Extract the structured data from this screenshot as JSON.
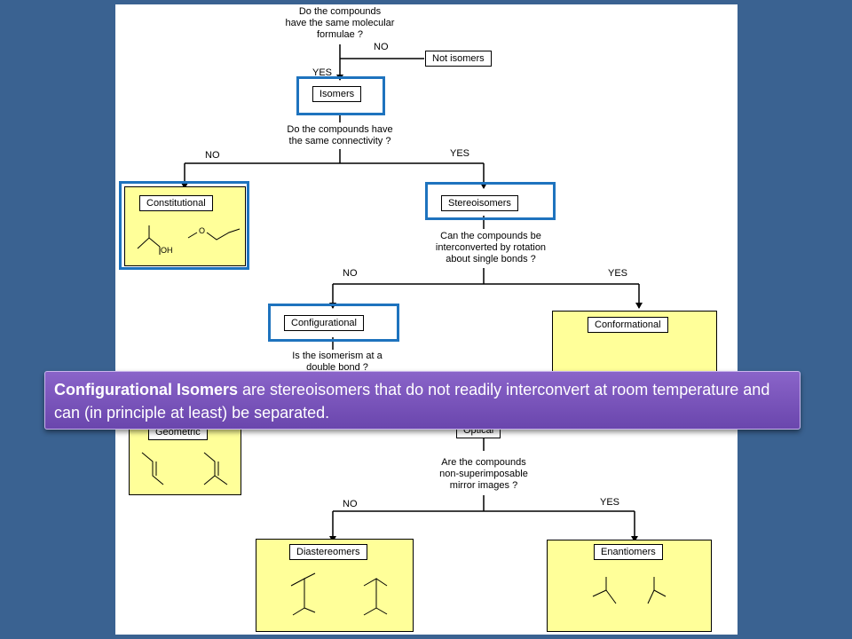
{
  "flowchart": {
    "q1": [
      "Do the compounds",
      "have the same molecular",
      "formulae ?"
    ],
    "q1_no": "NO",
    "q1_yes": "YES",
    "not_isomers": "Not isomers",
    "isomers": "Isomers",
    "q2": [
      "Do the compounds have",
      "the same connectivity ?"
    ],
    "q2_no": "NO",
    "q2_yes": "YES",
    "constitutional": "Constitutional",
    "oh_label": "OH",
    "o_label": "O",
    "stereoisomers": "Stereoisomers",
    "q3": [
      "Can the compounds be",
      "interconverted by rotation",
      "about single bonds ?"
    ],
    "q3_no": "NO",
    "q3_yes": "YES",
    "configurational": "Configurational",
    "conformational": "Conformational",
    "q4": [
      "Is the isomerism at a",
      "double bond ?"
    ],
    "geometric": "Geometric",
    "optical": "Optical",
    "q5": [
      "Are the compounds",
      "non-superimposable",
      "mirror images ?"
    ],
    "q5_no": "NO",
    "q5_yes": "YES",
    "diastereomers": "Diastereomers",
    "enantiomers": "Enantiomers"
  },
  "callout": {
    "bold": "Configurational Isomers",
    "text": " are stereoisomers that do not readily interconvert at room temperature and can (in principle at least) be separated."
  },
  "colors": {
    "background": "#3a6291",
    "highlight": "#1e73be",
    "box_fill": "#ffff99",
    "callout": "#7a55bd"
  }
}
